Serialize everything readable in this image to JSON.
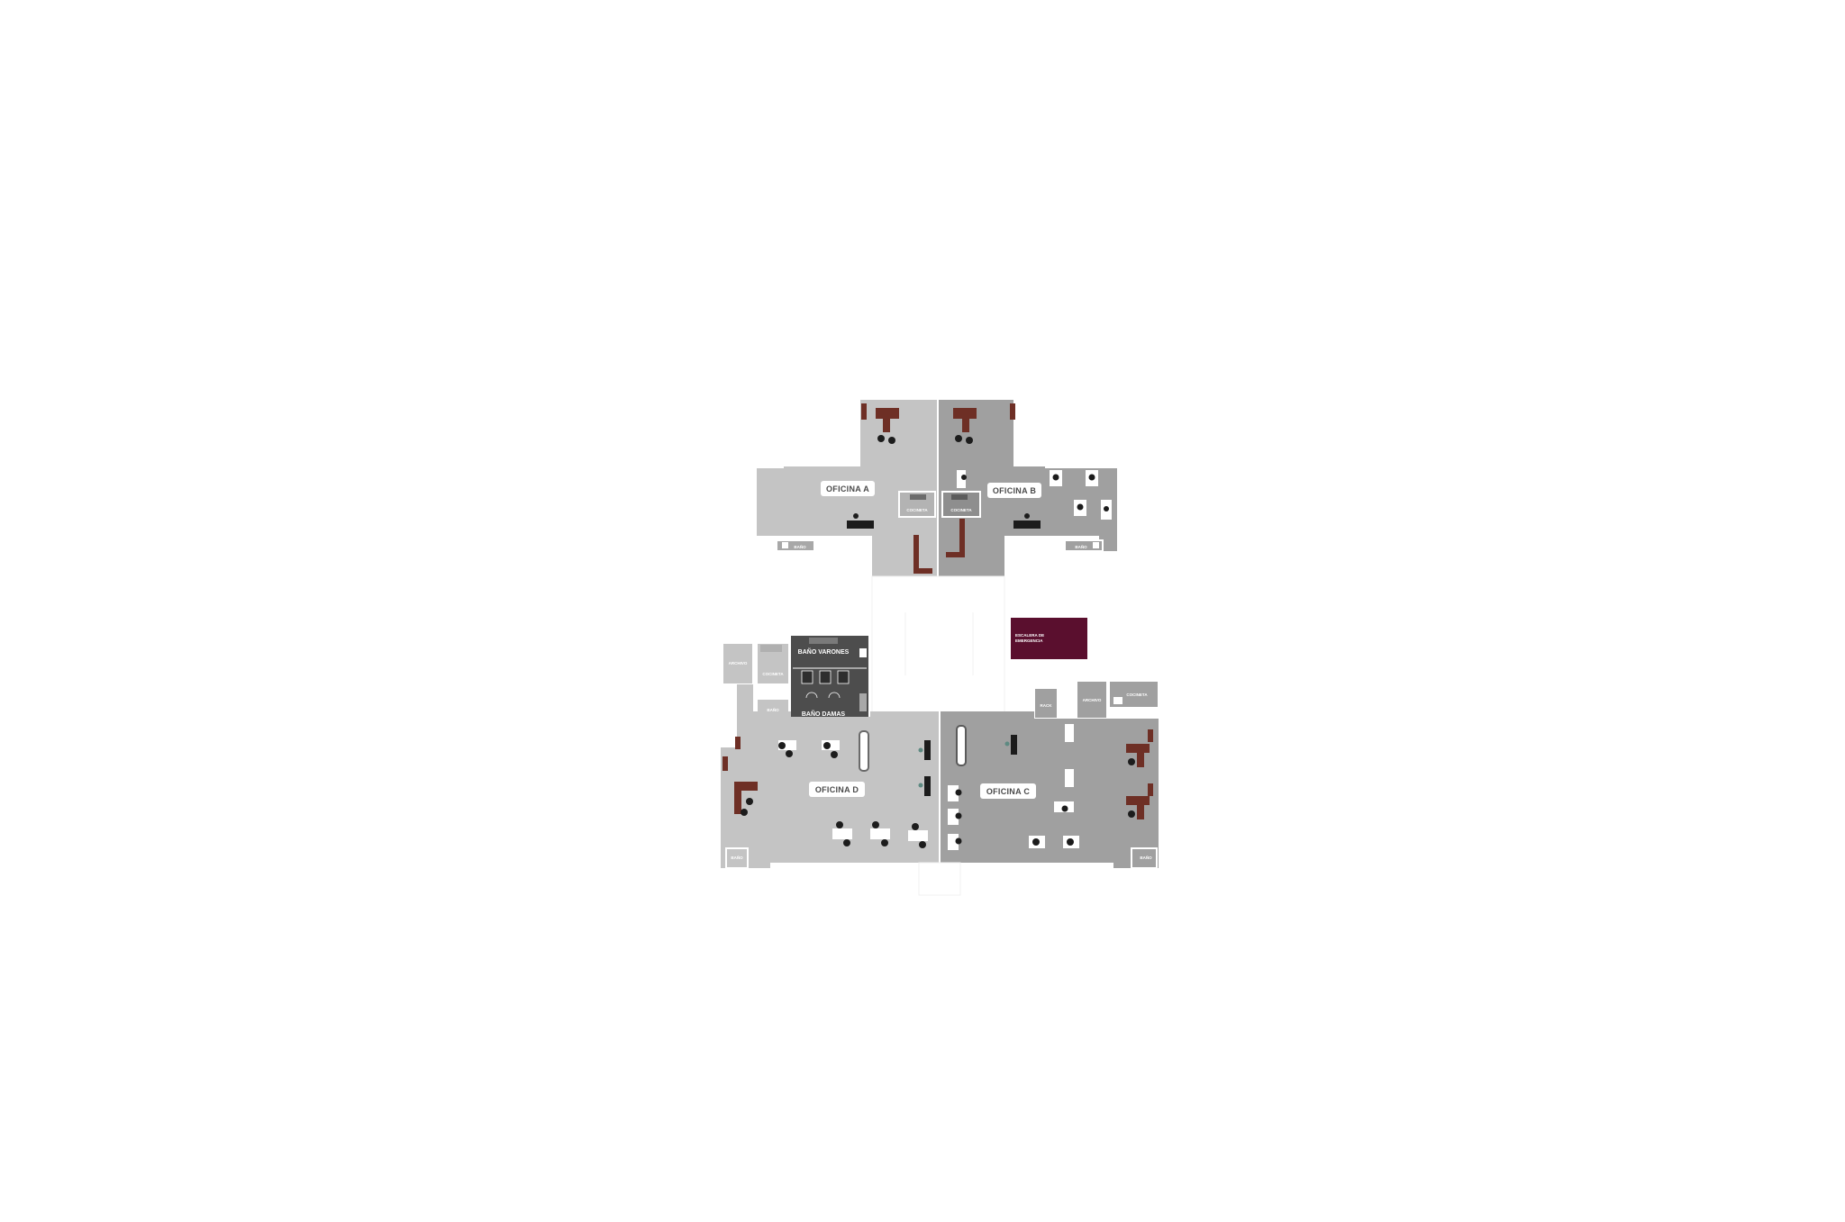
{
  "colors": {
    "background": "#ffffff",
    "office_light": "#c4c4c4",
    "office_mid": "#a8a8a8",
    "office_dark": "#9c9c9c",
    "restroom_dark": "#4d4d4d",
    "emergency_stair": "#5a0f2e",
    "desk_wood": "#6e2f25",
    "chair_black": "#1c1c1c",
    "label_bg": "#ffffff"
  },
  "rooms": {
    "oficina_a": "OFICINA A",
    "oficina_b": "OFICINA B",
    "oficina_c": "OFICINA C",
    "oficina_d": "OFICINA D",
    "bano_varones": "BAÑO VARONES",
    "bano_damas": "BAÑO DAMAS",
    "escalera_line1": "ESCALERA DE",
    "escalera_line2": "EMERGENCIA",
    "cocineta_a": "COCINETA",
    "cocineta_b": "COCINETA",
    "cocineta_d": "COCINETA",
    "cocineta_c": "COCINETA",
    "bano_a": "BAÑO",
    "bano_b": "BAÑO",
    "bano_c": "BAÑO",
    "bano_d": "BAÑO",
    "bano_d2": "BAÑO",
    "archivo_d": "ARCHIVO",
    "archivo_c": "ARCHIVO",
    "rack": "RACK"
  }
}
